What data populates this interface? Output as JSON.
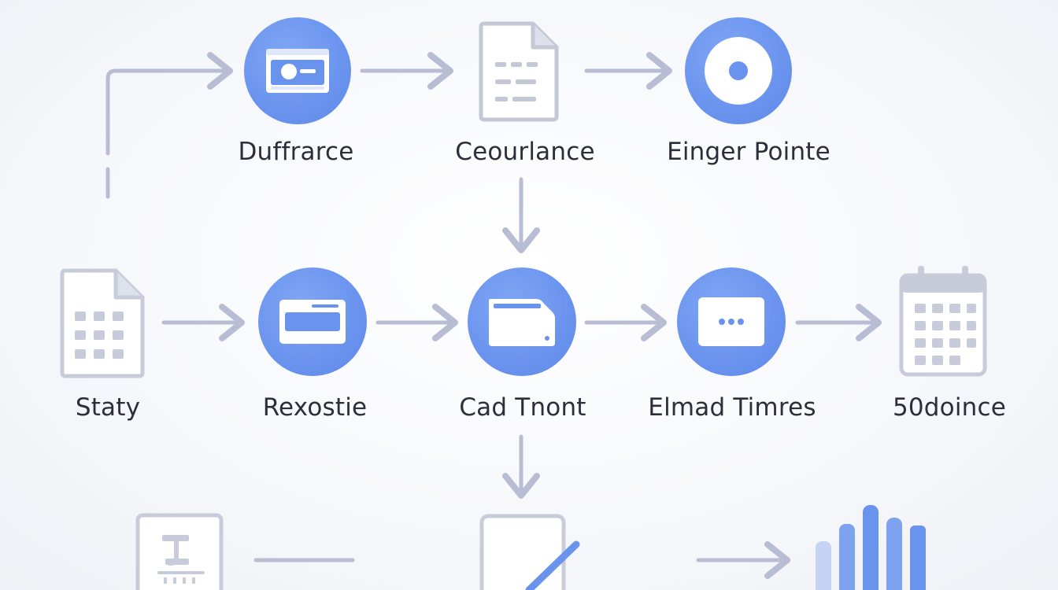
{
  "diagram": {
    "row1": {
      "labels": [
        "Duffrarce",
        "Ceourlance",
        "Einger Pointe"
      ],
      "icons": [
        "id-card-icon",
        "document-icon",
        "target-icon"
      ]
    },
    "row2": {
      "labels": [
        "Staty",
        "Rexostie",
        "Cad Tnont",
        "Elmad Timres",
        "50doince"
      ],
      "icons": [
        "spreadsheet-file-icon",
        "card-icon",
        "folder-icon",
        "message-dots-icon",
        "calendar-icon"
      ]
    },
    "row3": {
      "icons": [
        "scanner-icon",
        "edit-document-icon",
        "bar-chart-icon"
      ]
    },
    "colors": {
      "accent": "#6a93ee",
      "line": "#b8bdd3",
      "outline_icon": "#c3c7d6",
      "text": "#2b2f3a"
    }
  }
}
